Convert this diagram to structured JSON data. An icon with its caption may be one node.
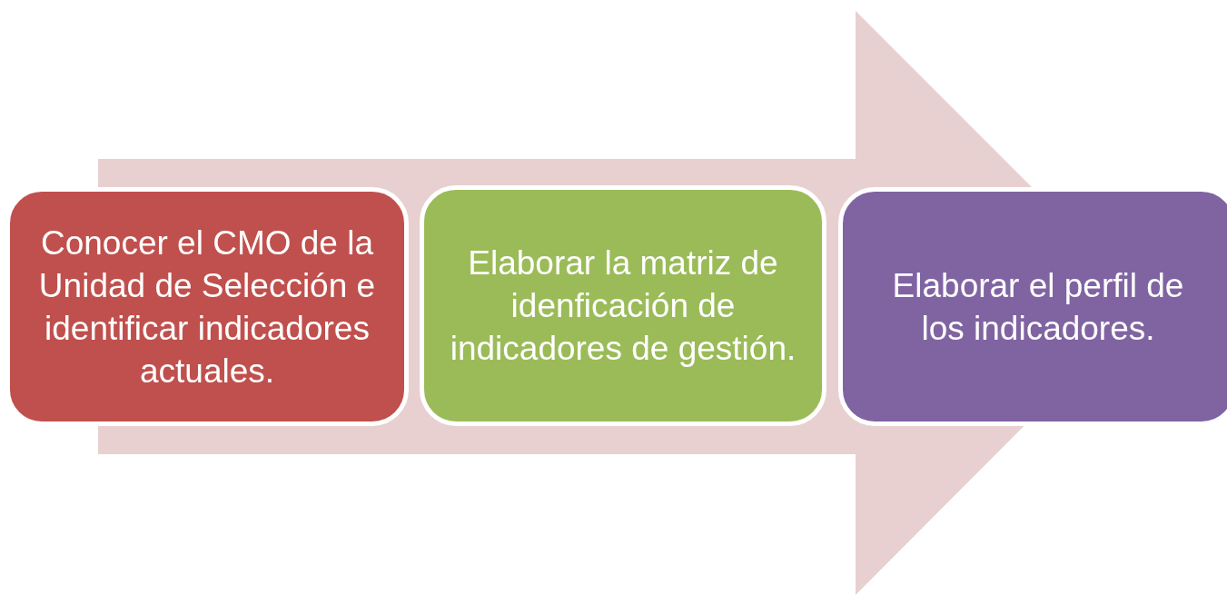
{
  "diagram": {
    "nodes": [
      {
        "text": [
          "Conocer el CMO de la Unidad de Selección e identificar indicadores actuales."
        ]
      },
      {
        "text": [
          "Elaborar la matriz de idenficación de indicadores de gestión."
        ]
      },
      {
        "text": [
          "Elaborar el perfil de los indicadores."
        ]
      }
    ],
    "edges": [
      {
        "from": 0,
        "to": 2,
        "arrow": "to"
      }
    ]
  }
}
